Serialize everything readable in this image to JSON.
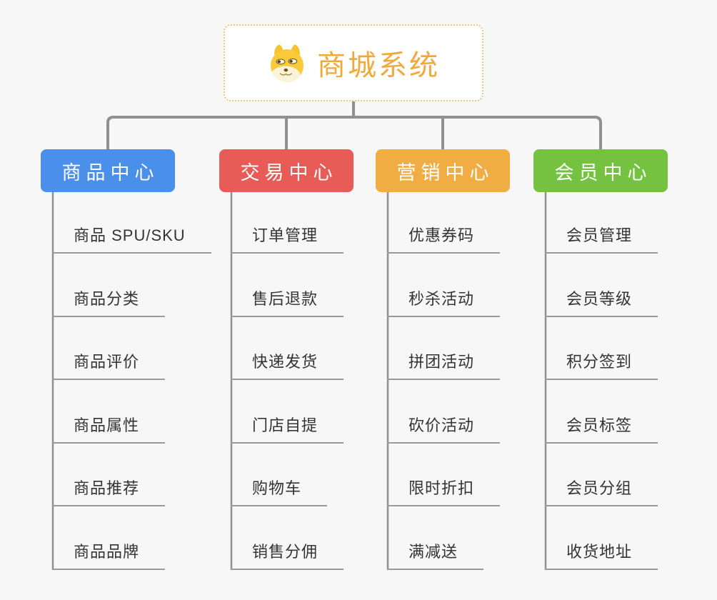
{
  "page": {
    "background": "#F7F7F8"
  },
  "root": {
    "title": "商城系统",
    "icon": "doge-icon",
    "text_color": "#F2A93C",
    "border_color": "#F5C577"
  },
  "connectors": {
    "color": "#909090"
  },
  "branches": [
    {
      "label": "商品中心",
      "color": "#4A8FE9",
      "items": [
        "商品 SPU/SKU",
        "商品分类",
        "商品评价",
        "商品属性",
        "商品推荐",
        "商品品牌"
      ]
    },
    {
      "label": "交易中心",
      "color": "#E75C57",
      "items": [
        "订单管理",
        "售后退款",
        "快递发货",
        "门店自提",
        "购物车",
        "销售分佣"
      ]
    },
    {
      "label": "营销中心",
      "color": "#EFAD43",
      "items": [
        "优惠券码",
        "秒杀活动",
        "拼团活动",
        "砍价活动",
        "限时折扣",
        "满减送"
      ]
    },
    {
      "label": "会员中心",
      "color": "#74C23F",
      "items": [
        "会员管理",
        "会员等级",
        "积分签到",
        "会员标签",
        "会员分组",
        "收货地址"
      ]
    }
  ]
}
